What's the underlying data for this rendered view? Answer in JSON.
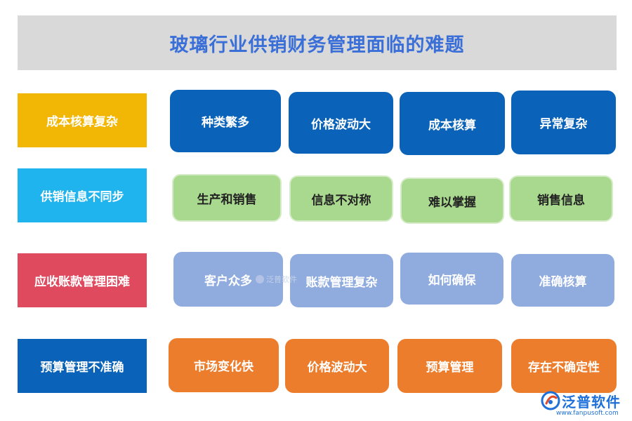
{
  "title": "玻璃行业供销财务管理面临的难题",
  "rows": [
    {
      "label": "成本核算复杂",
      "color": "#f2b705",
      "box_color": "#0a63b8",
      "items": [
        "种类繁多",
        "价格波动大",
        "成本核算",
        "异常复杂"
      ]
    },
    {
      "label": "供销信息不同步",
      "color": "#1fb4ee",
      "box_color": "#a9d98f",
      "items": [
        "生产和销售",
        "信息不对称",
        "难以掌握",
        "销售信息"
      ]
    },
    {
      "label": "应收账款管理困难",
      "color": "#e04a5f",
      "box_color": "#90acdf",
      "items": [
        "客户众多",
        "账款管理复杂",
        "如何确保",
        "准确核算"
      ]
    },
    {
      "label": "预算管理不准确",
      "color": "#0a63b8",
      "box_color": "#ec7d2c",
      "items": [
        "市场变化快",
        "价格波动大",
        "预算管理",
        "存在不确定性"
      ]
    }
  ],
  "watermark": {
    "text": "泛普软件"
  },
  "logo": {
    "name": "泛普软件",
    "url": "www.fanpusoft.com",
    "icon": "fanpu-logo-icon",
    "color": "#1e6fd9"
  }
}
